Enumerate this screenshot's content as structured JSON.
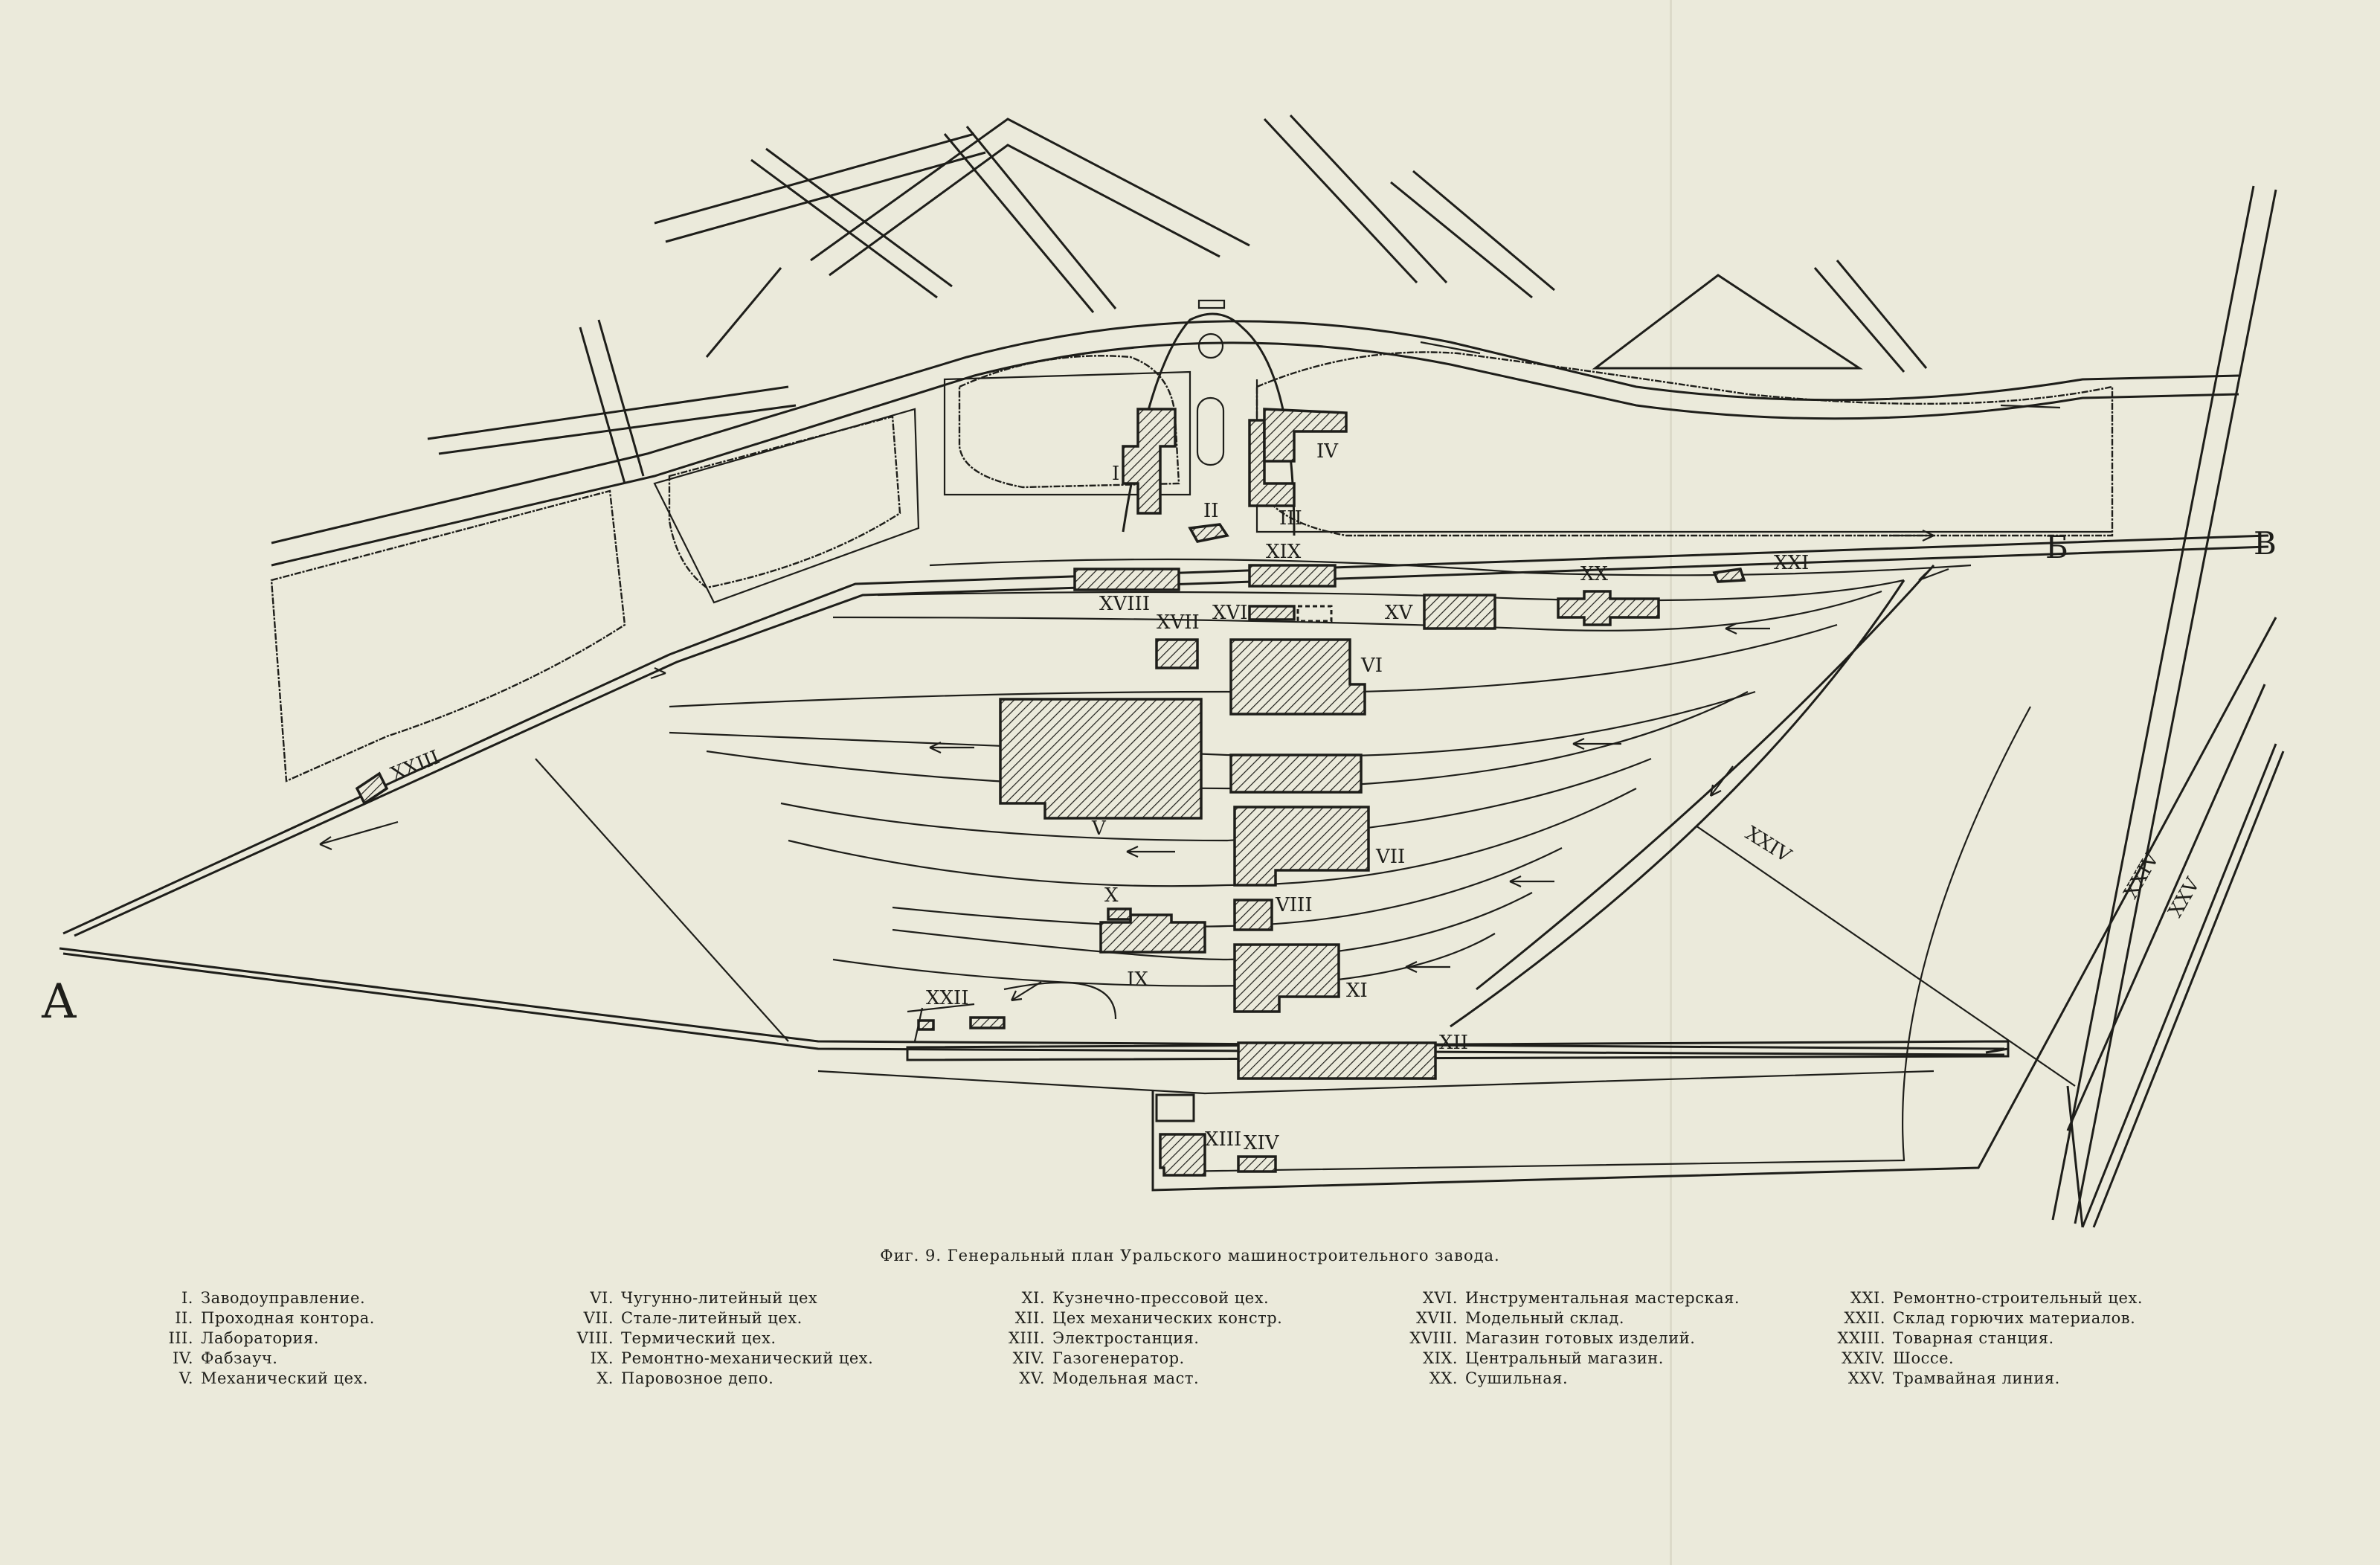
{
  "caption": "Фиг. 9. Генеральный план Уральского машиностроительного завода.",
  "compass_labels": {
    "a": "А",
    "b": "Б",
    "v": "В"
  },
  "map_labels": {
    "I": "I",
    "II": "II",
    "III": "III",
    "IV": "IV",
    "V": "V",
    "VI": "VI",
    "VII": "VII",
    "VIII": "VIII",
    "IX": "IX",
    "X": "X",
    "XI": "XI",
    "XII": "XII",
    "XIII": "XIII",
    "XIV": "XIV",
    "XV": "XV",
    "XVI": "XVI",
    "XVII": "XVII",
    "XVIII": "XVIII",
    "XIX": "XIX",
    "XX": "XX",
    "XXI": "XXI",
    "XXII": "XXII",
    "XXIII": "XXIII",
    "XXIV": "XXIV",
    "XXV": "XXV"
  },
  "legend": [
    {
      "num": "I.",
      "name": "Заводоуправление."
    },
    {
      "num": "II.",
      "name": "Проходная контора."
    },
    {
      "num": "III.",
      "name": "Лаборатория."
    },
    {
      "num": "IV.",
      "name": "Фабзауч."
    },
    {
      "num": "V.",
      "name": "Механический цех."
    },
    {
      "num": "VI.",
      "name": "Чугунно-литейный цех"
    },
    {
      "num": "VII.",
      "name": "Стале-литейный цех."
    },
    {
      "num": "VIII.",
      "name": "Термический цех."
    },
    {
      "num": "IX.",
      "name": "Ремонтно-механический цех."
    },
    {
      "num": "X.",
      "name": "Паровозное депо."
    },
    {
      "num": "XI.",
      "name": "Кузнечно-прессовой цех."
    },
    {
      "num": "XII.",
      "name": "Цех механических констр."
    },
    {
      "num": "XIII.",
      "name": "Электростанция."
    },
    {
      "num": "XIV.",
      "name": "Газогенератор."
    },
    {
      "num": "XV.",
      "name": "Модельная маст."
    },
    {
      "num": "XVI.",
      "name": "Инструментальная мастерская."
    },
    {
      "num": "XVII.",
      "name": "Модельный склад."
    },
    {
      "num": "XVIII.",
      "name": "Магазин готовых изделий."
    },
    {
      "num": "XIX.",
      "name": "Центральный магазин."
    },
    {
      "num": "XX.",
      "name": "Сушильная."
    },
    {
      "num": "XXI.",
      "name": "Ремонтно-строительный цех."
    },
    {
      "num": "XXII.",
      "name": "Склад горючих материалов."
    },
    {
      "num": "XXIII.",
      "name": "Товарная станция."
    },
    {
      "num": "XXIV.",
      "name": "Шоссе."
    },
    {
      "num": "XXV.",
      "name": "Трамвайная линия."
    }
  ]
}
